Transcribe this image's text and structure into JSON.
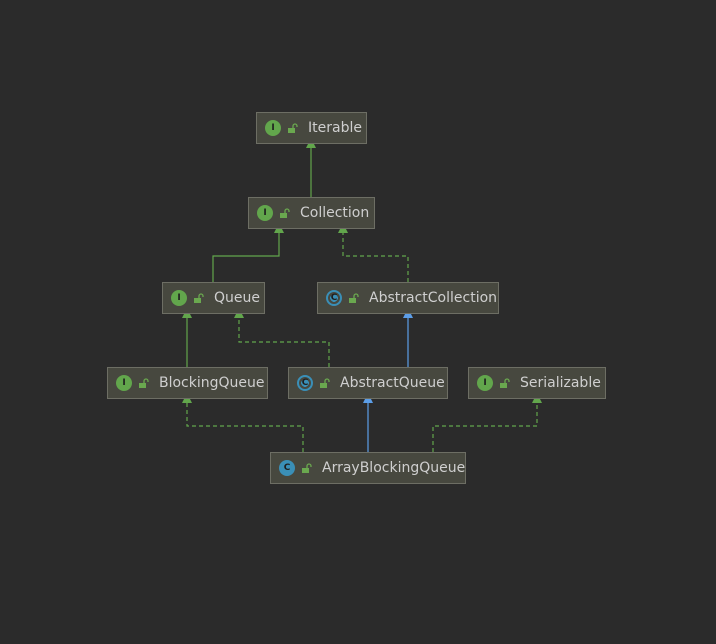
{
  "diagram": {
    "colors": {
      "background": "#2b2b2b",
      "node_fill": "#47483f",
      "node_border": "#6d6e64",
      "interface_badge": "#62a64c",
      "class_badge": "#3a8fb7",
      "implements_edge": "#62a64c",
      "extends_edge": "#5c9ee8"
    },
    "nodes": [
      {
        "id": "iterable",
        "label": "Iterable",
        "kind": "interface",
        "badge": "I",
        "icon": "unlock-icon"
      },
      {
        "id": "collection",
        "label": "Collection",
        "kind": "interface",
        "badge": "I",
        "icon": "unlock-icon"
      },
      {
        "id": "queue",
        "label": "Queue",
        "kind": "interface",
        "badge": "I",
        "icon": "unlock-icon"
      },
      {
        "id": "abstractcollection",
        "label": "AbstractCollection",
        "kind": "abstract-class",
        "badge": "C",
        "icon": "unlock-icon"
      },
      {
        "id": "blockingqueue",
        "label": "BlockingQueue",
        "kind": "interface",
        "badge": "I",
        "icon": "unlock-icon"
      },
      {
        "id": "abstractqueue",
        "label": "AbstractQueue",
        "kind": "abstract-class",
        "badge": "C",
        "icon": "unlock-icon"
      },
      {
        "id": "serializable",
        "label": "Serializable",
        "kind": "interface",
        "badge": "I",
        "icon": "unlock-icon"
      },
      {
        "id": "arrayblockingqueue",
        "label": "ArrayBlockingQueue",
        "kind": "class",
        "badge": "C",
        "icon": "unlock-icon"
      }
    ],
    "edges": [
      {
        "from": "collection",
        "to": "iterable",
        "type": "interface-extends"
      },
      {
        "from": "queue",
        "to": "collection",
        "type": "interface-extends"
      },
      {
        "from": "abstractcollection",
        "to": "collection",
        "type": "implements"
      },
      {
        "from": "blockingqueue",
        "to": "queue",
        "type": "interface-extends"
      },
      {
        "from": "abstractqueue",
        "to": "queue",
        "type": "implements"
      },
      {
        "from": "abstractqueue",
        "to": "abstractcollection",
        "type": "extends"
      },
      {
        "from": "arrayblockingqueue",
        "to": "blockingqueue",
        "type": "implements"
      },
      {
        "from": "arrayblockingqueue",
        "to": "abstractqueue",
        "type": "extends"
      },
      {
        "from": "arrayblockingqueue",
        "to": "serializable",
        "type": "implements"
      }
    ]
  }
}
